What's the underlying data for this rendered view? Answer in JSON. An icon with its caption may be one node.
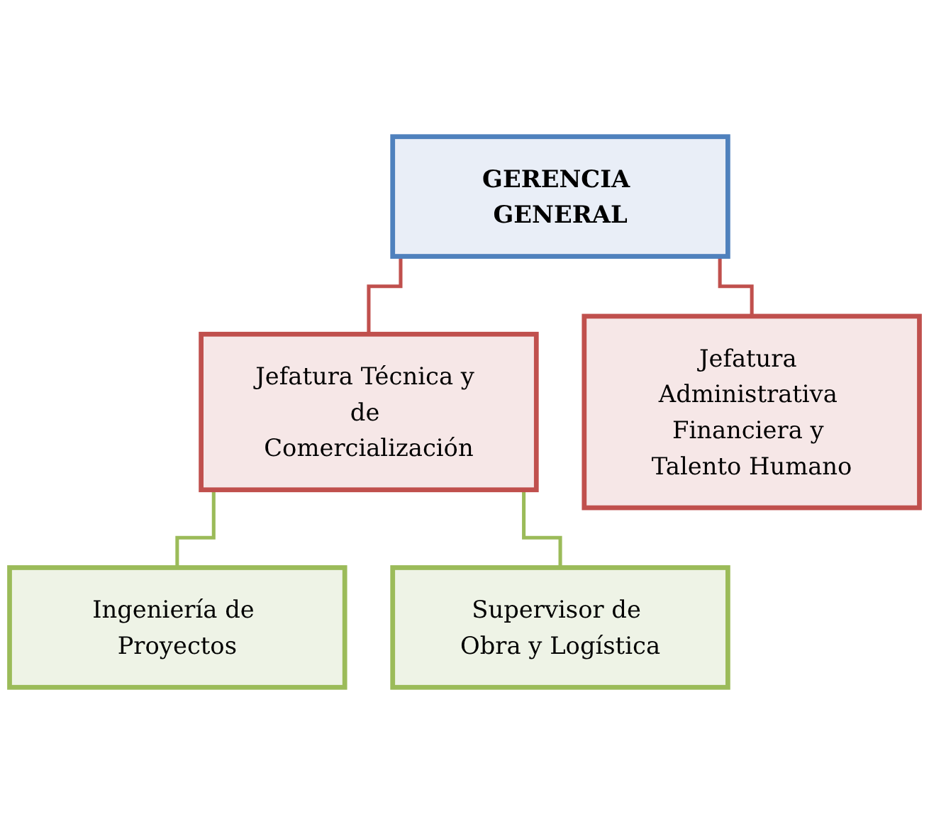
{
  "diagram": {
    "nodes": [
      {
        "text": [
          "GERENCIA GENERAL"
        ]
      },
      {
        "text": [
          "Jefatura Técnica y de Comercialización"
        ]
      },
      {
        "text": [
          "Jefatura Administrativa Financiera y Talento Humano"
        ]
      },
      {
        "text": [
          "Ingeniería de Proyectos"
        ]
      },
      {
        "text": [
          "Supervisor de Obra y Logística"
        ]
      }
    ],
    "edges": [
      {
        "from": 0,
        "to": 1,
        "arrow": "none",
        "color": "#c0504d"
      },
      {
        "from": 0,
        "to": 2,
        "arrow": "none",
        "color": "#c0504d"
      },
      {
        "from": 1,
        "to": 3,
        "arrow": "none",
        "color": "#9bbb59"
      },
      {
        "from": 1,
        "to": 4,
        "arrow": "none",
        "color": "#9bbb59"
      }
    ]
  }
}
